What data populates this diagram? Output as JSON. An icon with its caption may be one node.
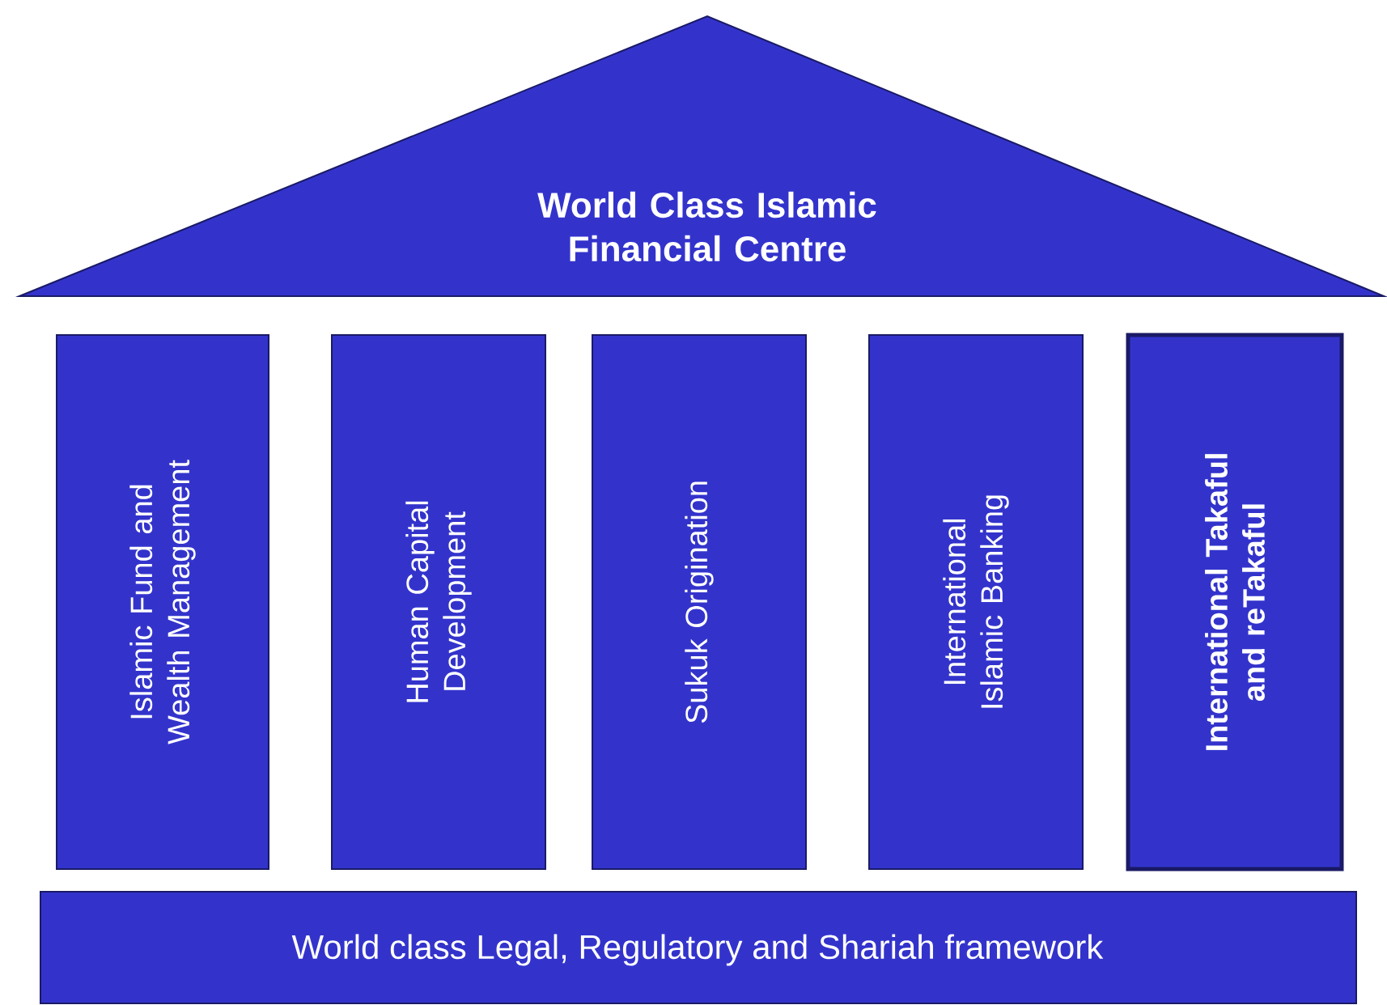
{
  "diagram": {
    "nodes": [
      {
        "text": [
          "World Class Islamic Financial Centre"
        ]
      },
      {
        "text": [
          "Islamic Fund and Wealth Management"
        ]
      },
      {
        "text": [
          "Human Capital Development"
        ]
      },
      {
        "text": [
          "Sukuk Origination"
        ]
      },
      {
        "text": [
          "International Islamic Banking"
        ]
      },
      {
        "text": [
          "International Takaful and reTakaful"
        ]
      },
      {
        "text": [
          "World class Legal, Regulatory and Shariah framework"
        ]
      }
    ]
  }
}
